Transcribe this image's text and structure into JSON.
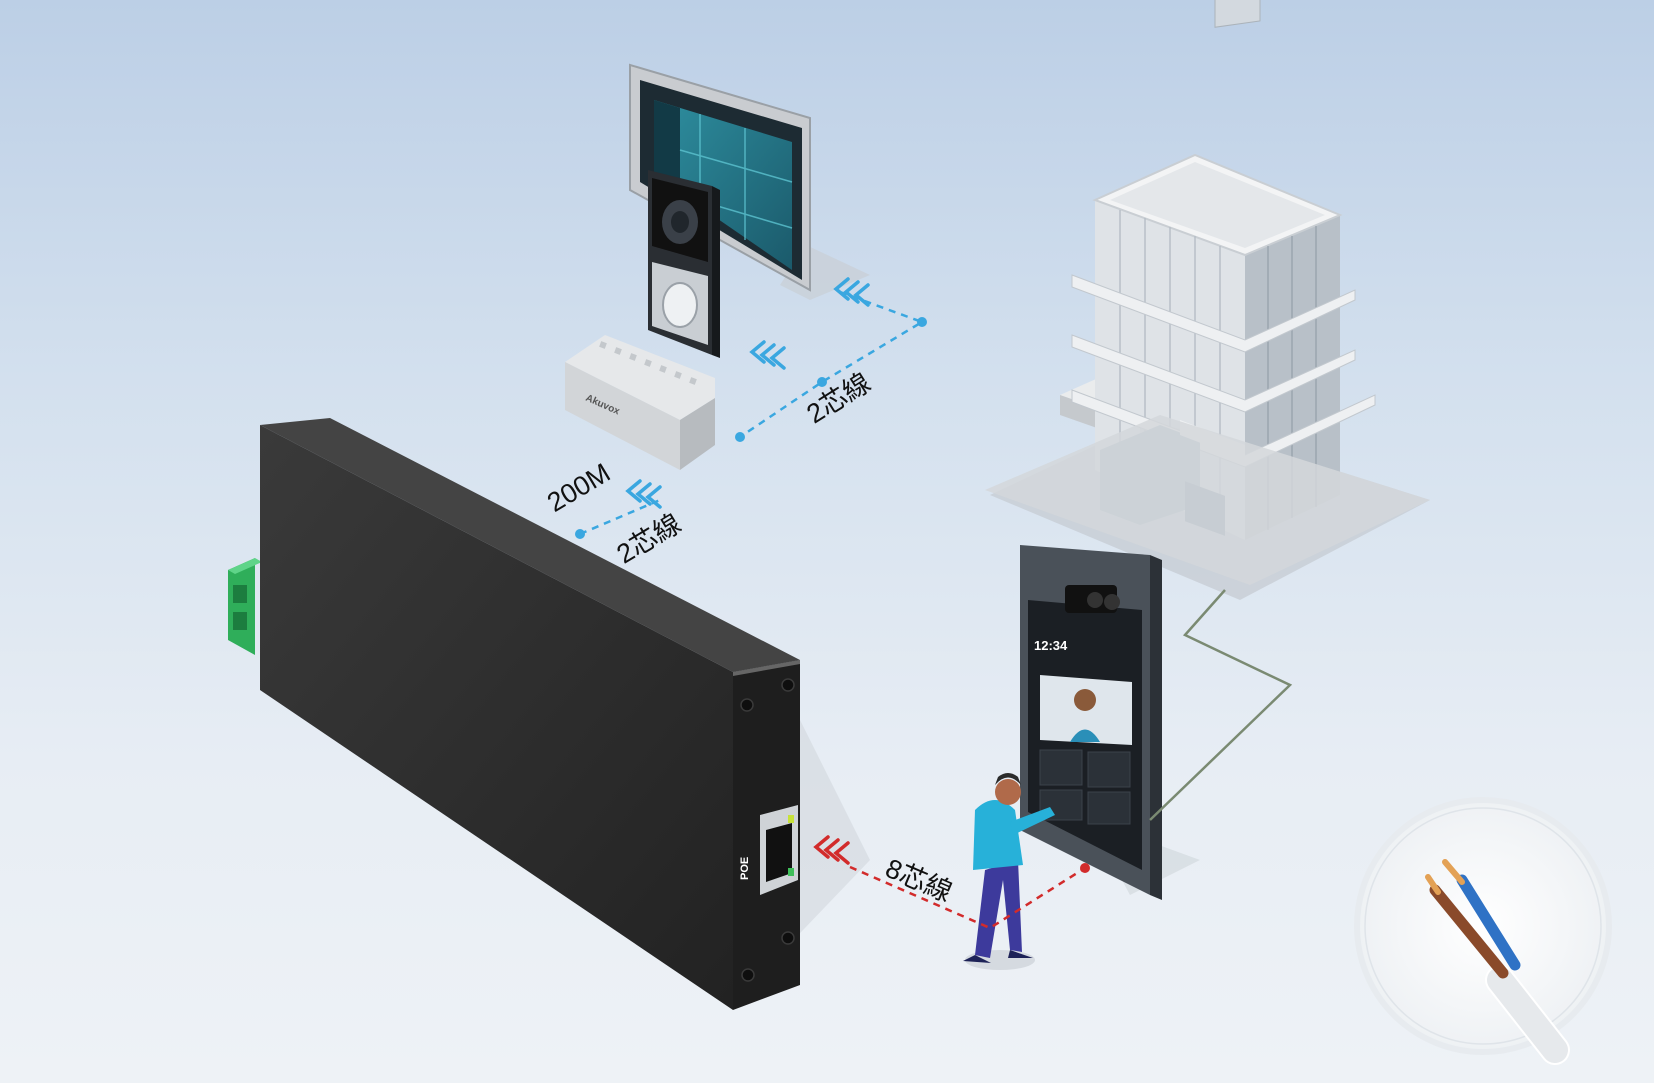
{
  "devices": {
    "indoor_monitor": {
      "name": "indoor-monitor"
    },
    "door_station": {
      "name": "door-station"
    },
    "distributor": {
      "name": "2-wire-distributor",
      "brand": "Akuvox"
    },
    "poe_adapter": {
      "name": "poe-adapter",
      "port_label": "POE"
    },
    "face_terminal": {
      "name": "face-recognition-terminal",
      "clock": "12:34"
    },
    "building": {
      "name": "office-building"
    }
  },
  "links": {
    "top_wire_label": "2芯線",
    "bottom_speed_label": "200M",
    "bottom_wire_label": "2芯線",
    "ethernet_label": "8芯線"
  },
  "colors": {
    "two_wire": "#3aa7e0",
    "ethernet": "#d22b2b",
    "ground_line": "#7a8a72",
    "poe_body": "#2e2e2e",
    "terminal_block": "#2fae5a"
  },
  "inset": {
    "icon": "2-core-cable-icon"
  }
}
